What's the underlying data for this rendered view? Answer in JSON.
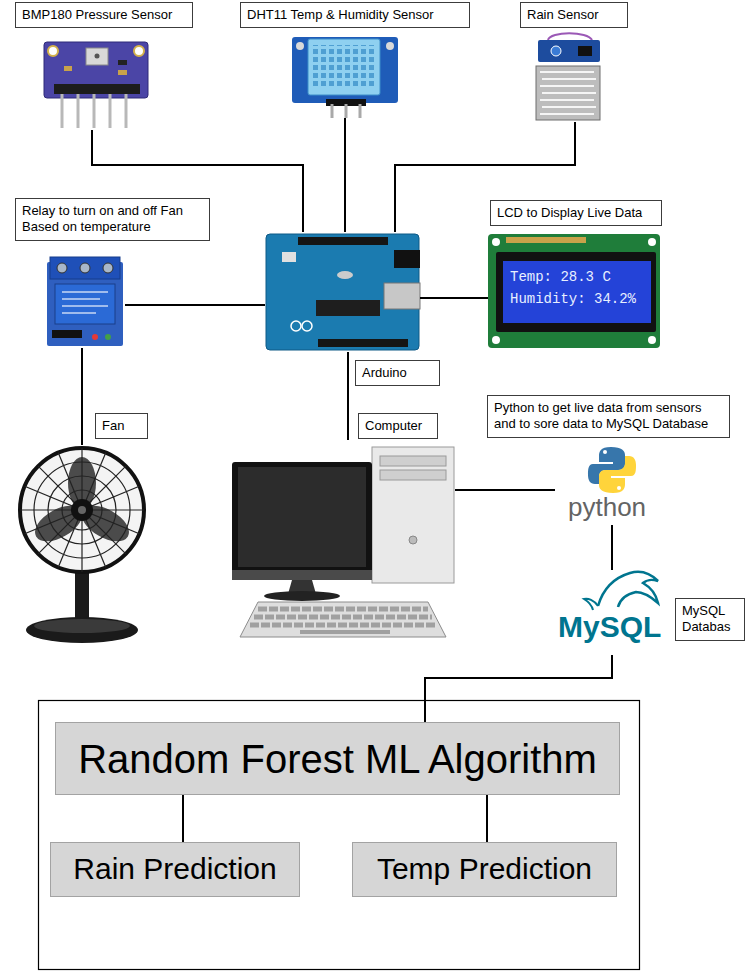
{
  "diagram": {
    "nodes": [
      {
        "text": [
          "BMP180 Pressure Sensor"
        ]
      },
      {
        "text": [
          "DHT11 Temp & Humidity Sensor"
        ]
      },
      {
        "text": [
          "Rain Sensor"
        ]
      },
      {
        "text": [
          "Relay to turn on and off Fan Based on temperature"
        ]
      },
      {
        "text": [
          "Arduino"
        ]
      },
      {
        "text": [
          "LCD to Display Live Data"
        ]
      },
      {
        "text": [
          "Fan"
        ]
      },
      {
        "text": [
          "Computer"
        ]
      },
      {
        "text": [
          "Python to get live data from sensors and to sore data to MySQL Database"
        ]
      },
      {
        "text": [
          "MySQL Databas"
        ]
      },
      {
        "text": [
          "Random Forest ML Algorithm"
        ]
      },
      {
        "text": [
          "Rain Prediction"
        ]
      },
      {
        "text": [
          "Temp Prediction"
        ]
      }
    ],
    "edges": [
      {
        "from": 0,
        "to": 4,
        "arrow": "none"
      },
      {
        "from": 1,
        "to": 4,
        "arrow": "none"
      },
      {
        "from": 2,
        "to": 4,
        "arrow": "none"
      },
      {
        "from": 4,
        "to": 3,
        "arrow": "none"
      },
      {
        "from": 3,
        "to": 6,
        "arrow": "none"
      },
      {
        "from": 4,
        "to": 5,
        "arrow": "none"
      },
      {
        "from": 4,
        "to": 7,
        "arrow": "none"
      },
      {
        "from": 7,
        "to": 8,
        "arrow": "none"
      },
      {
        "from": 8,
        "to": 9,
        "arrow": "none"
      },
      {
        "from": 9,
        "to": 10,
        "arrow": "none"
      },
      {
        "from": 10,
        "to": 11,
        "arrow": "none"
      },
      {
        "from": 10,
        "to": 12,
        "arrow": "none"
      }
    ],
    "labels": [
      "Temp: 28.3 C",
      "Humidity: 34.2%",
      "python",
      "MySQL"
    ]
  }
}
